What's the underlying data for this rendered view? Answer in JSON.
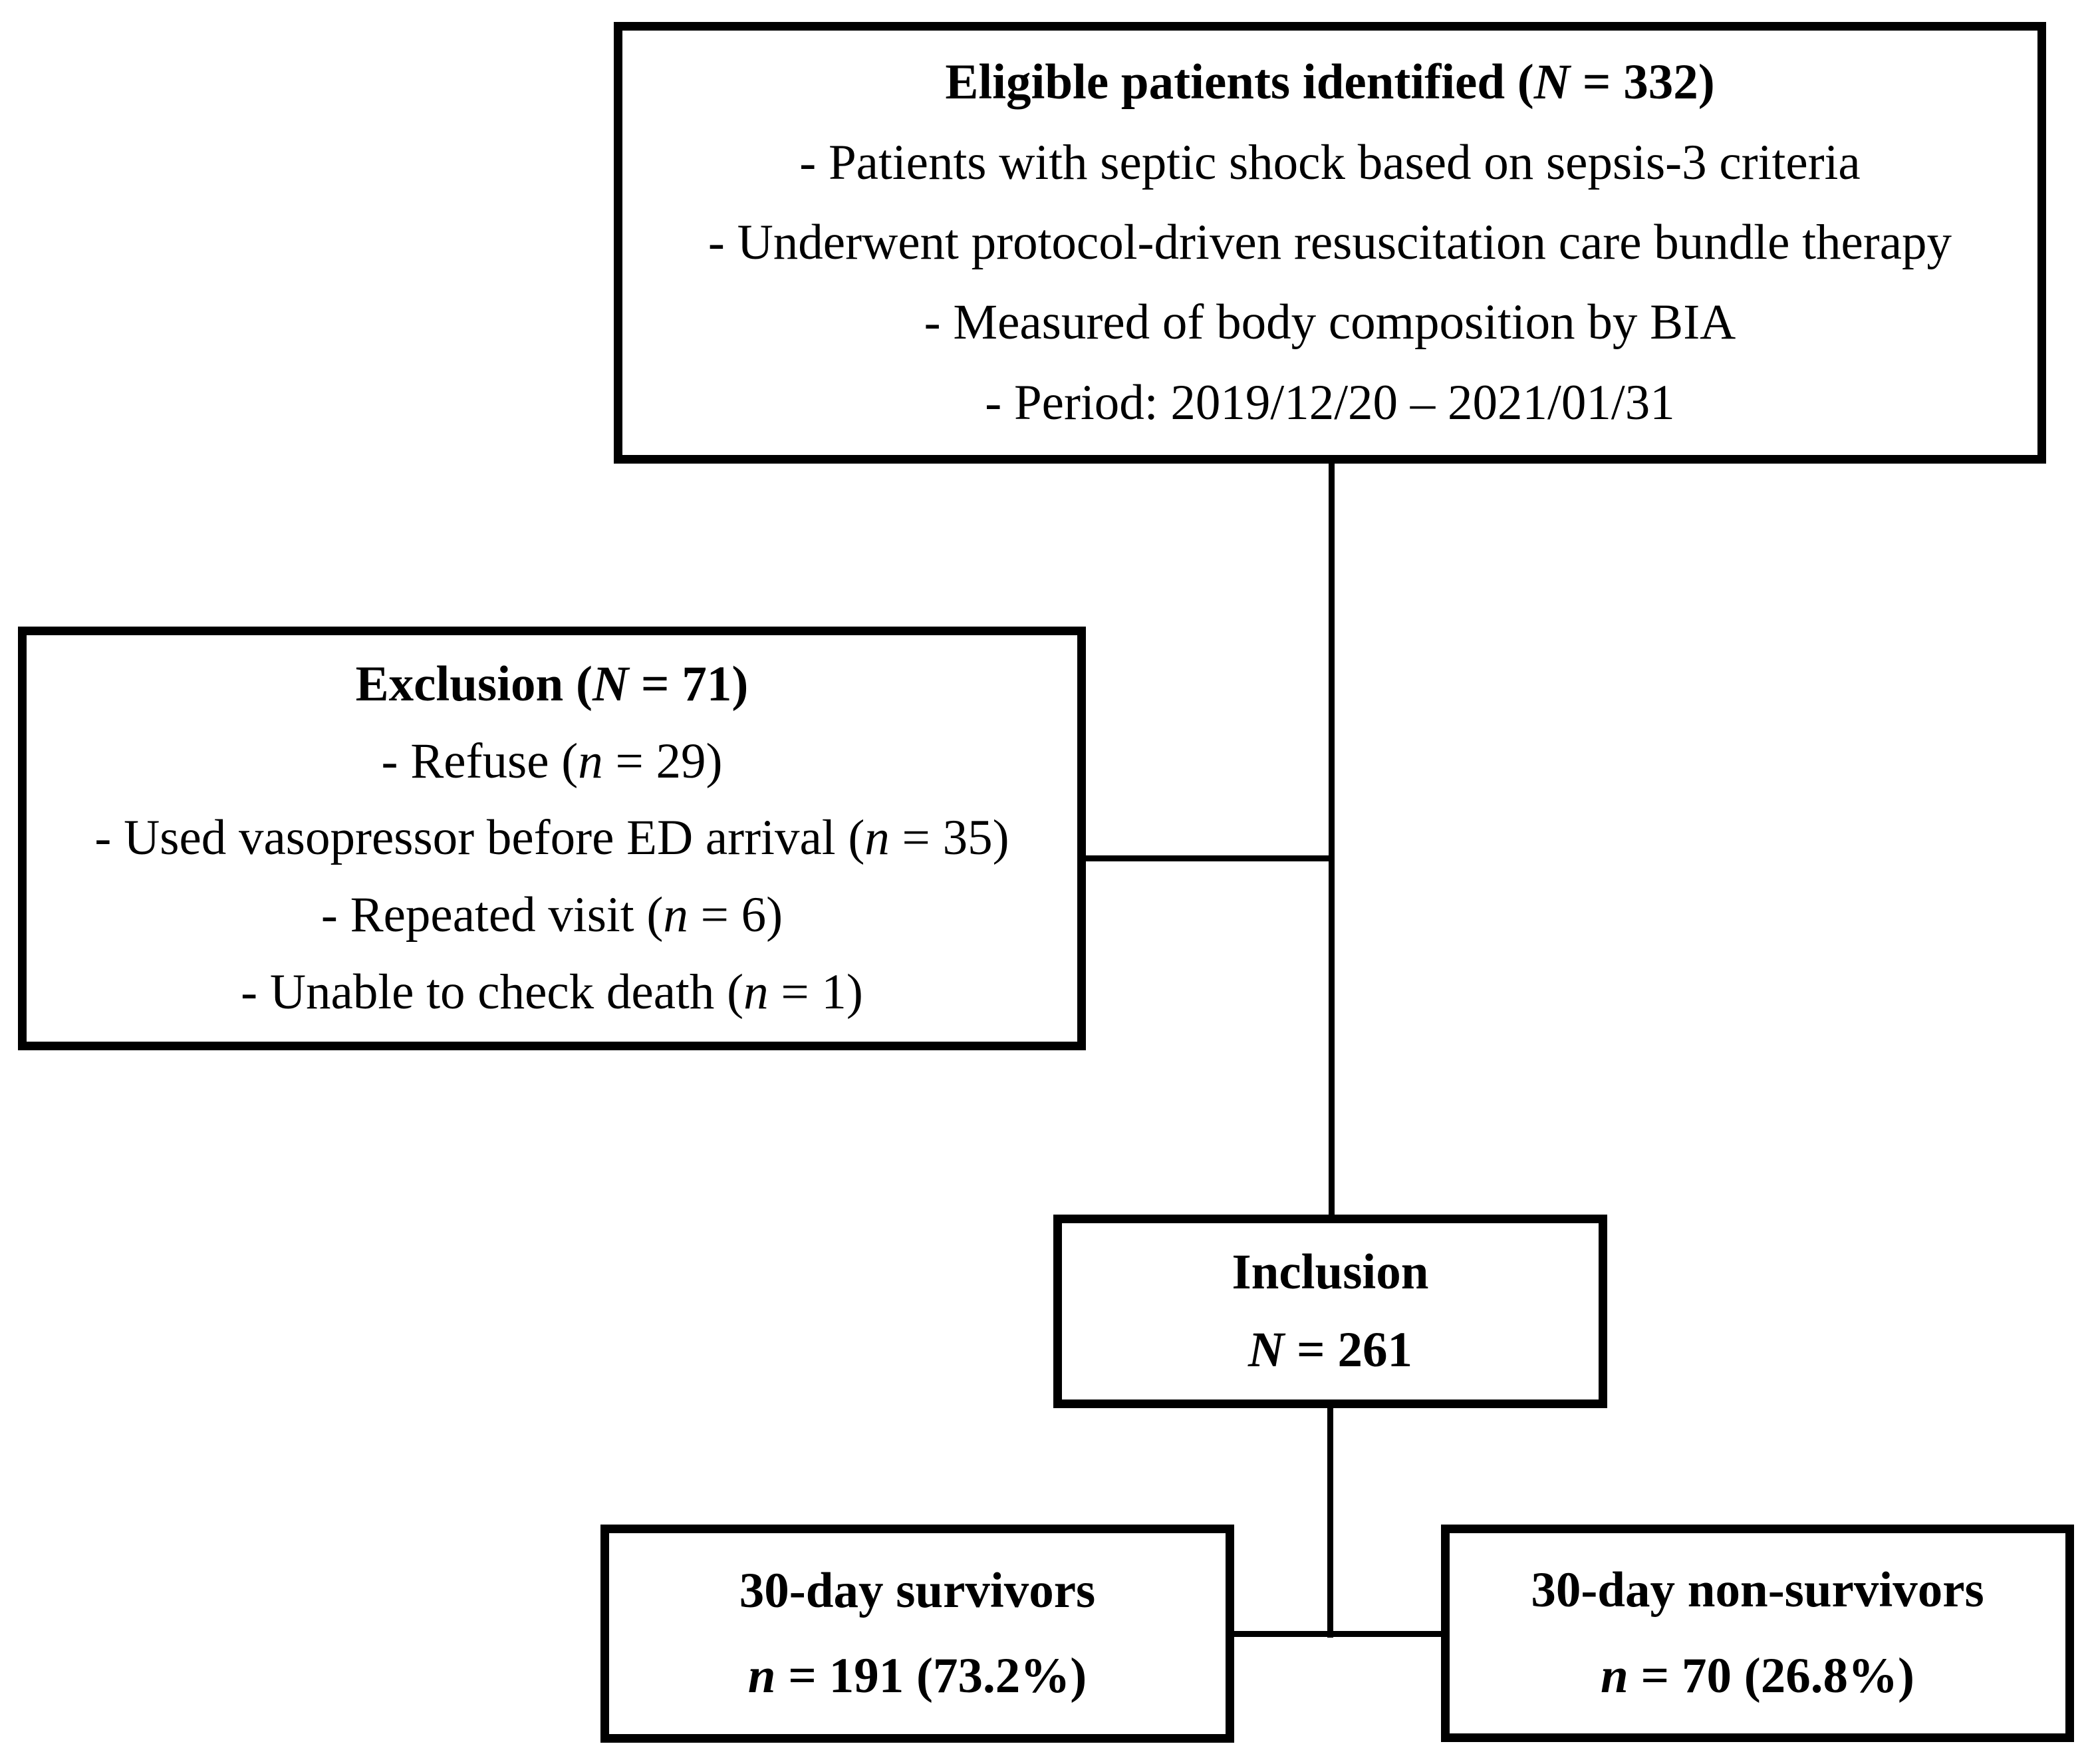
{
  "figure": {
    "background": "#ffffff",
    "line_color": "#000000",
    "type": "patient-flow-diagram"
  },
  "boxes": {
    "eligible": {
      "lines": [
        {
          "bold": true,
          "segments": [
            {
              "t": "Eligible patients identified ("
            },
            {
              "t": "N",
              "i": true
            },
            {
              "t": " = 332)"
            }
          ]
        },
        {
          "bold": false,
          "segments": [
            {
              "t": "- Patients with septic shock based on sepsis-3 criteria"
            }
          ]
        },
        {
          "bold": false,
          "segments": [
            {
              "t": "- Underwent protocol-driven resuscitation care bundle therapy"
            }
          ]
        },
        {
          "bold": false,
          "segments": [
            {
              "t": "- Measured of body composition by BIA"
            }
          ]
        },
        {
          "bold": false,
          "segments": [
            {
              "t": "- Period: 2019/12/20 – 2021/01/31"
            }
          ]
        }
      ]
    },
    "exclusion": {
      "lines": [
        {
          "bold": true,
          "segments": [
            {
              "t": "Exclusion ("
            },
            {
              "t": "N",
              "i": true
            },
            {
              "t": " = 71)"
            }
          ]
        },
        {
          "bold": false,
          "segments": [
            {
              "t": "- Refuse ("
            },
            {
              "t": "n",
              "i": true
            },
            {
              "t": " = 29)"
            }
          ]
        },
        {
          "bold": false,
          "segments": [
            {
              "t": "- Used vasopressor before ED arrival ("
            },
            {
              "t": "n",
              "i": true
            },
            {
              "t": " = 35)"
            }
          ]
        },
        {
          "bold": false,
          "segments": [
            {
              "t": "- Repeated visit ("
            },
            {
              "t": "n",
              "i": true
            },
            {
              "t": " = 6)"
            }
          ]
        },
        {
          "bold": false,
          "segments": [
            {
              "t": "- Unable to check death ("
            },
            {
              "t": "n",
              "i": true
            },
            {
              "t": " = 1)"
            }
          ]
        }
      ]
    },
    "inclusion": {
      "lines": [
        {
          "bold": true,
          "segments": [
            {
              "t": "Inclusion"
            }
          ]
        },
        {
          "bold": true,
          "segments": [
            {
              "t": "N",
              "i": true
            },
            {
              "t": " = 261"
            }
          ]
        }
      ]
    },
    "survivors": {
      "lines": [
        {
          "bold": true,
          "segments": [
            {
              "t": "30-day survivors"
            }
          ]
        },
        {
          "bold": true,
          "segments": [
            {
              "t": "n",
              "i": true
            },
            {
              "t": " = 191 (73.2%)"
            }
          ]
        }
      ]
    },
    "nonsurvivors": {
      "lines": [
        {
          "bold": true,
          "segments": [
            {
              "t": "30-day non-survivors"
            }
          ]
        },
        {
          "bold": true,
          "segments": [
            {
              "t": "n",
              "i": true
            },
            {
              "t": " = 70 (26.8%)"
            }
          ]
        }
      ]
    }
  }
}
